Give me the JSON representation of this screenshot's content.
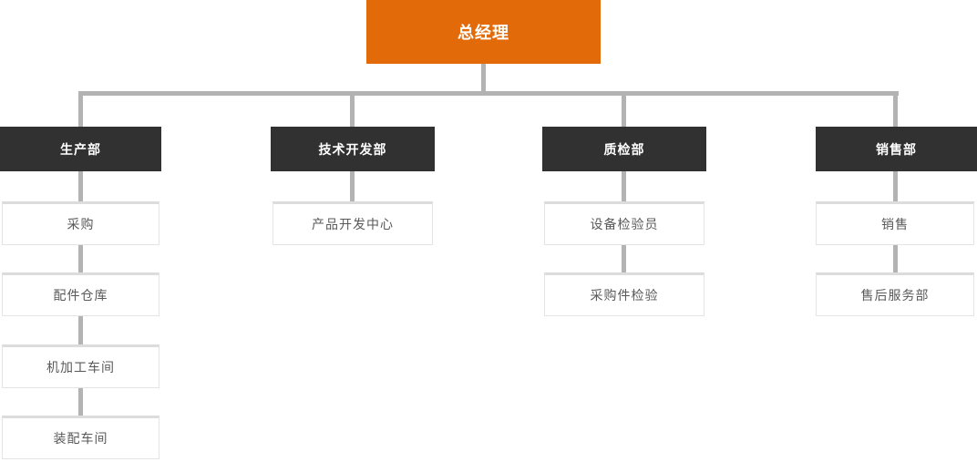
{
  "org": {
    "root": {
      "label": "总经理"
    },
    "departments": [
      {
        "label": "生产部",
        "children": [
          "采购",
          "配件仓库",
          "机加工车间",
          "装配车间"
        ]
      },
      {
        "label": "技术开发部",
        "children": [
          "产品开发中心"
        ]
      },
      {
        "label": "质检部",
        "children": [
          "设备检验员",
          "采购件检验"
        ]
      },
      {
        "label": "销售部",
        "children": [
          "销售",
          "售后服务部"
        ]
      }
    ]
  },
  "colors": {
    "root_bg": "#e26a08",
    "dept_bg": "#313131",
    "connector": "#b3b3b3",
    "leaf_border": "#e4e4e4",
    "leaf_border_top": "#dcdcdc",
    "leaf_text": "#595959"
  }
}
